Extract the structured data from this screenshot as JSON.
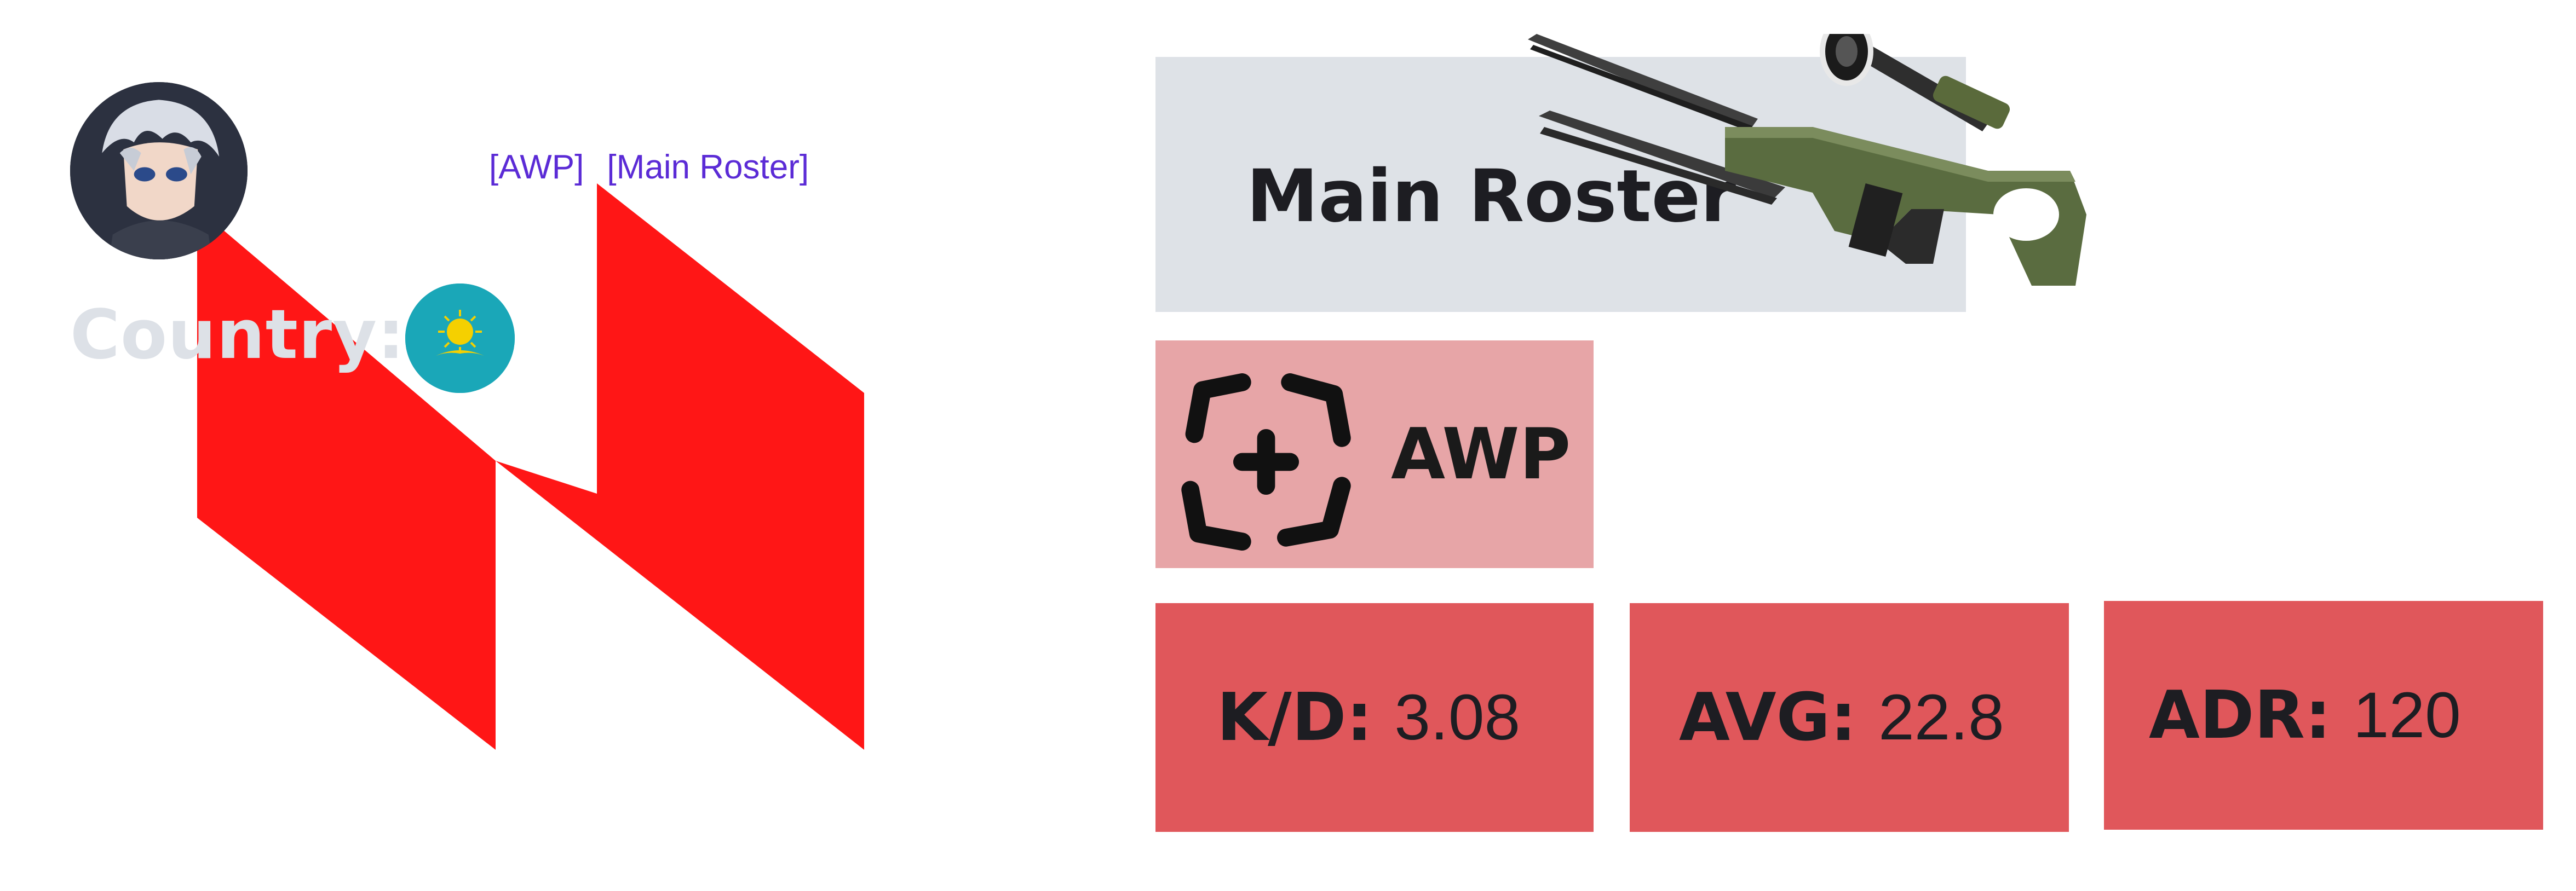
{
  "player": {
    "tags": [
      "[AWP]",
      "[Main Roster]"
    ],
    "country_label": "Country:"
  },
  "roster": {
    "title": "Main Roster"
  },
  "role": {
    "label": "AWP"
  },
  "stats": [
    {
      "label": "K/D:",
      "value": "3.08"
    },
    {
      "label": "AVG:",
      "value": "22.8"
    },
    {
      "label": "ADR:",
      "value": "120"
    }
  ],
  "icons": {
    "avatar": "anime-avatar",
    "flag": "kazakhstan-flag-icon",
    "rifle": "awp-rifle-image",
    "role": "crosshair-icon",
    "logo": "team-logo"
  },
  "colors": {
    "logo_red": "#ff1616",
    "tag_purple": "#5b2bd6",
    "roster_card": "#dee2e7",
    "role_card": "#e7a5a7",
    "stat_card": "#e0575b",
    "flag_teal": "#1aa7b8",
    "flag_sun": "#f5d000"
  }
}
